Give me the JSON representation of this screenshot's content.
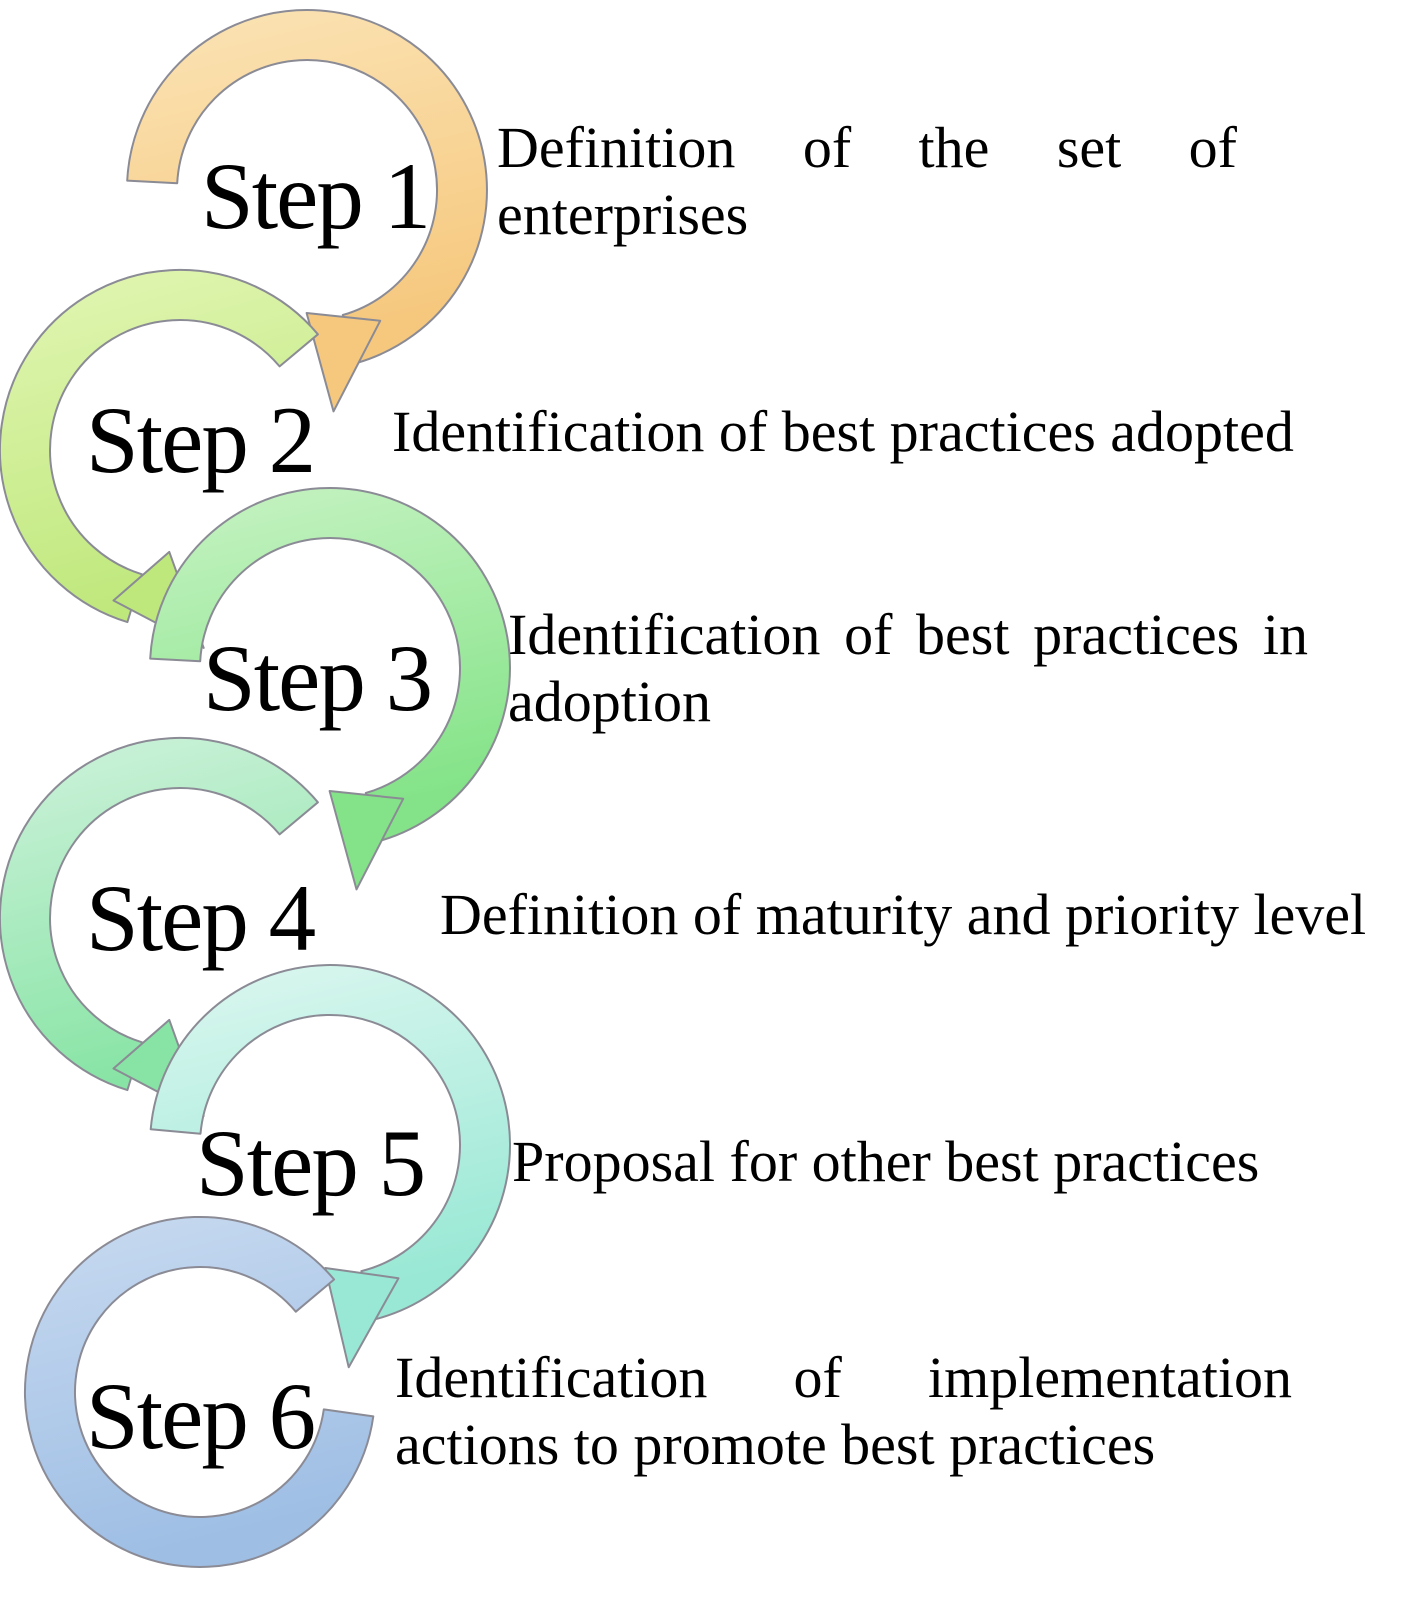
{
  "figure": {
    "kind": "six-step-circular-arrow-process-diagram",
    "background_color": "#ffffff",
    "text_color": "#000000",
    "outline_color": "#8b8b96",
    "steps": [
      {
        "label": "Step 1",
        "description_lines": [
          "Definition of the set of",
          "enterprises"
        ],
        "arrow_color": "#F6C87E",
        "arrow_color_light": "#FBE4B6"
      },
      {
        "label": "Step 2",
        "description_lines": [
          "Identification of best practices adopted"
        ],
        "arrow_color": "#BFE87C",
        "arrow_color_light": "#E2F6B4"
      },
      {
        "label": "Step 3",
        "description_lines": [
          "Identification of best practices in",
          "adoption"
        ],
        "arrow_color": "#84E388",
        "arrow_color_light": "#C8F3C4"
      },
      {
        "label": "Step 4",
        "description_lines": [
          "Definition of maturity and priority level"
        ],
        "arrow_color": "#88E4A5",
        "arrow_color_light": "#CFF2DC"
      },
      {
        "label": "Step 5",
        "description_lines": [
          "Proposal for other best practices"
        ],
        "arrow_color": "#99E8D5",
        "arrow_color_light": "#DDF7F0"
      },
      {
        "label": "Step 6",
        "description_lines": [
          "Identification of implementation",
          "actions to promote best practices"
        ],
        "arrow_color": "#9EBEE4",
        "arrow_color_light": "#C8DAF0"
      }
    ]
  }
}
